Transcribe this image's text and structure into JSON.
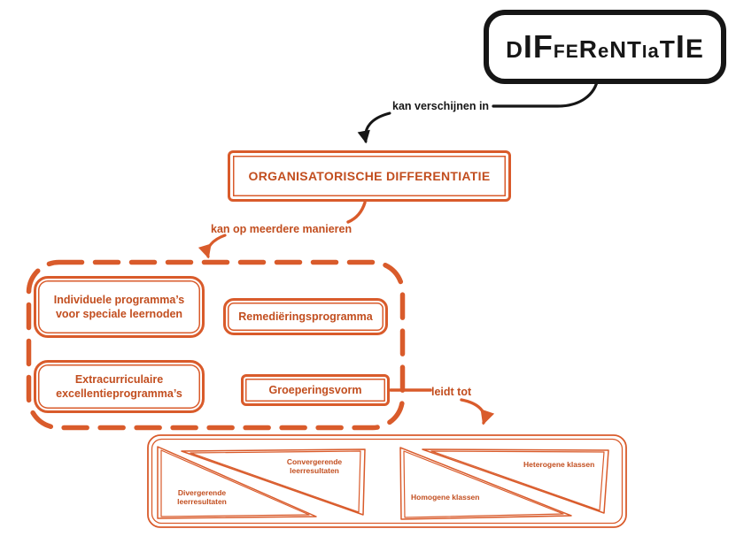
{
  "colors": {
    "accent": "#D95B2B",
    "accent_text": "#C24E1F",
    "ink": "#161616"
  },
  "root_node": {
    "text": "DIFFERENTIATIE",
    "letters": [
      "D",
      "I",
      "F",
      "F",
      "E",
      "R",
      "e",
      "N",
      "T",
      "I",
      "a",
      "T",
      "I",
      "E"
    ]
  },
  "edges": {
    "appear": {
      "label": "kan verschijnen in"
    },
    "ways": {
      "label": "kan op meerdere manieren"
    },
    "leads": {
      "label": "leidt tot"
    }
  },
  "org_node": {
    "label": "ORGANISATORISCHE DIFFERENTIATIE"
  },
  "ways_group": {
    "items": [
      {
        "label": "Individuele programma’s voor speciale leernoden"
      },
      {
        "label": "Remediëringsprogramma"
      },
      {
        "label": "Extracurriculaire excellentieprogramma’s"
      },
      {
        "label": "Groeperingsvorm"
      }
    ]
  },
  "grouping_diagram": {
    "left_lower_wedge": {
      "label": "Divergerende leerresultaten"
    },
    "left_upper_wedge": {
      "label": "Convergerende leerresultaten"
    },
    "right_lower_wedge": {
      "label": "Homogene klassen"
    },
    "right_upper_wedge": {
      "label": "Heterogene klassen"
    }
  }
}
